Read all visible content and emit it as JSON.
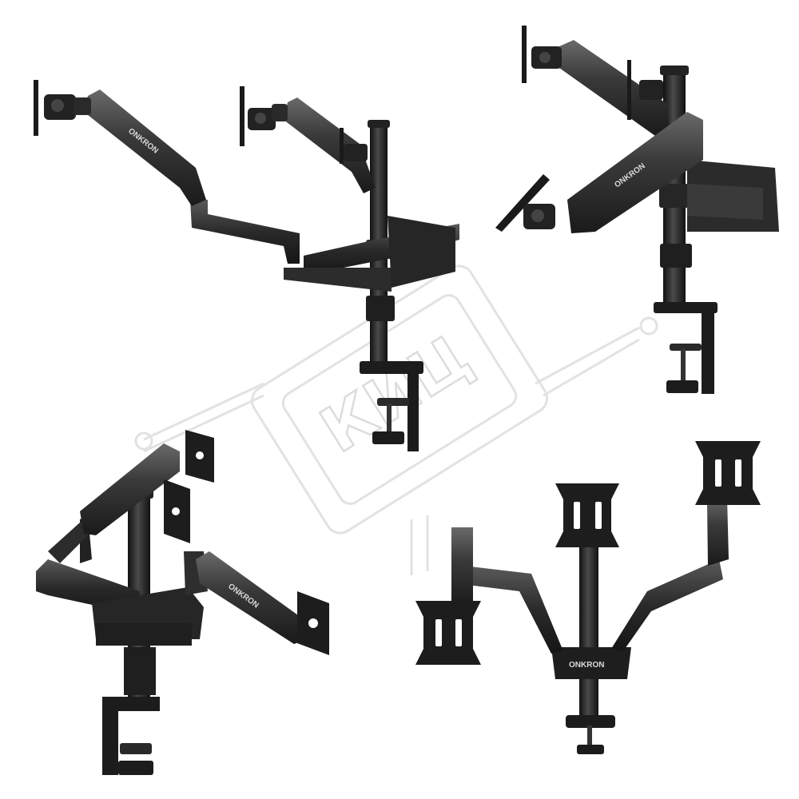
{
  "brand": {
    "logo_text": "ONKRON"
  },
  "watermark": {
    "text": "КИЦ",
    "color": "#e4e4e4"
  },
  "colors": {
    "background": "#ffffff",
    "metal_dark": "#1c1c1c",
    "metal_mid": "#3a3a3a",
    "metal_light": "#5a5a5a",
    "highlight": "#8a8a8a"
  },
  "views": [
    {
      "name": "view-front-extended",
      "has_logo": true
    },
    {
      "name": "view-side-stacked",
      "has_logo": true
    },
    {
      "name": "view-rear-angled",
      "has_logo": true
    },
    {
      "name": "view-front-folded",
      "has_logo": true
    }
  ]
}
